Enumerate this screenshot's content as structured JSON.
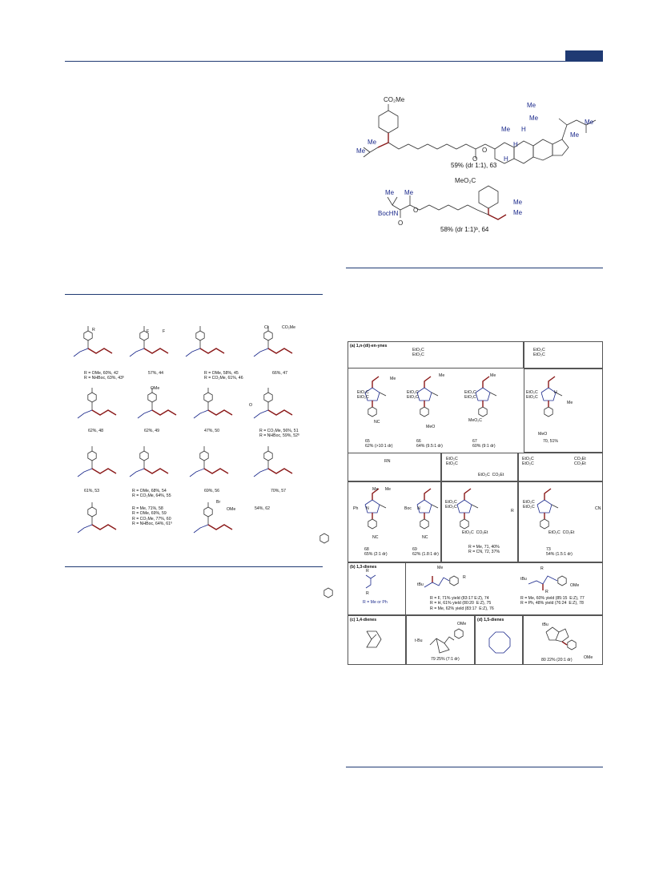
{
  "scheme_left": {
    "entries": [
      {
        "id": "s42",
        "lines": [
          "R = OMe, 60%, 42",
          "R = NHBoc, 63%, 43ᵇ"
        ]
      },
      {
        "id": "s44",
        "lines": [
          "57%, 44"
        ]
      },
      {
        "id": "s45",
        "lines": [
          "R = OMe, 58%, 45",
          "R = CO₂Me, 61%, 46"
        ]
      },
      {
        "id": "s47",
        "lines": [
          "66%, 47"
        ]
      },
      {
        "id": "s48",
        "lines": [
          "62%, 48"
        ]
      },
      {
        "id": "s49",
        "lines": [
          "62%, 49"
        ]
      },
      {
        "id": "s50",
        "lines": [
          "47%, 50"
        ]
      },
      {
        "id": "s51",
        "lines": [
          "R = CO₂Me, 56%, 51",
          "R = NHBoc, 59%, 52ᵇ"
        ]
      },
      {
        "id": "s53",
        "lines": [
          "61%, 53"
        ]
      },
      {
        "id": "s54",
        "lines": [
          "R = OMe, 68%, 54",
          "R = CO₂Me, 64%, 55"
        ]
      },
      {
        "id": "s56",
        "lines": [
          "69%, 56"
        ]
      },
      {
        "id": "s57",
        "lines": [
          "70%, 57"
        ]
      },
      {
        "id": "s58",
        "lines": [
          "R = Me, 71%, 58",
          "R = OMe, 69%, 59",
          "R = CO₂Me, 77%, 60",
          "R = NHBoc, 64%, 61ᵇ"
        ]
      },
      {
        "id": "s62",
        "lines": [
          "54%, 62"
        ]
      }
    ]
  },
  "top_right": {
    "cap63": "59% (dr 1:1), 63",
    "cap64": "58% (dr 1:1)ᵇ, 64",
    "atoms": {
      "co2me": "CO₂Me",
      "me": "Me",
      "h": "H",
      "o": "O",
      "meo2c": "MeO₂C",
      "bochn": "BocHN"
    }
  },
  "scheme_right": {
    "section_a": "(a) 1,n-(di)-en-ynes",
    "section_b": "(b) 1,3-dienes",
    "section_c": "(c) 1,4-dienes",
    "section_d": "(d) 1,5-dienes",
    "a_entries": [
      {
        "id": "r65",
        "lines": [
          "65",
          "62% (>10:1 dr)"
        ]
      },
      {
        "id": "r66",
        "lines": [
          "66",
          "64% (9.5:1 dr)"
        ]
      },
      {
        "id": "r67",
        "lines": [
          "67",
          "60% (9:1 dr)"
        ]
      },
      {
        "id": "r70",
        "lines": [
          "70, 51%"
        ]
      },
      {
        "id": "r68",
        "lines": [
          "68",
          "65% (2:1 dr)"
        ]
      },
      {
        "id": "r69",
        "lines": [
          "69",
          "62% (1.8:1 dr)"
        ]
      },
      {
        "id": "r71",
        "lines": [
          "R = Me, 71, 40%",
          "R = CN, 72, 37%"
        ]
      },
      {
        "id": "r73",
        "lines": [
          "73",
          "54% (1.5:1 dr)"
        ]
      }
    ],
    "b_reagent": "R = Me or Ph",
    "b_entries": [
      {
        "id": "r74",
        "lines": [
          "R = F, 71% yield (83:17 E:Z), 74",
          "R = H, 61% yield (80:20  E:Z), 75",
          "R = Me, 62% yield (83:17  E:Z), 76"
        ]
      },
      {
        "id": "r77",
        "lines": [
          "R = Me, 60% yield (85:15  E:Z), 77",
          "R = Ph, 48% yield (76:24  E:Z), 78"
        ]
      }
    ],
    "r79": "79 25% (7:1 dr)",
    "r80": "80 22% (20:1 dr)",
    "atoms": {
      "eto2c": "EtO₂C",
      "co2et": "CO₂Et",
      "me": "Me",
      "h": "H",
      "nc": "NC",
      "meo": "MeO",
      "meo2c": "MeO₂C",
      "ph": "Ph",
      "n": "N",
      "boc": "Boc",
      "rn": "RN",
      "cn": "CN",
      "tbu": "tBu",
      "r": "R",
      "ome": "OMe",
      "f": "F",
      "tbu2": "t-Bu",
      "br": "Br",
      "cl": "Cl",
      "co2me": "CO₂Me",
      "o": "O"
    }
  },
  "colors": {
    "rule": "#1f3a73",
    "bond_highlight": "#8b1a1a",
    "atom_blue": "#1c2a8c"
  }
}
